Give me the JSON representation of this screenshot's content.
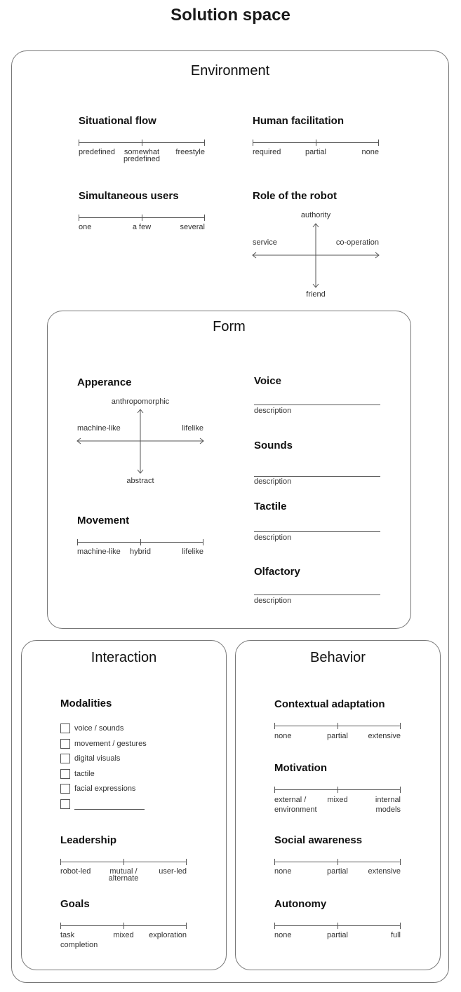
{
  "title": "Solution space",
  "environment": {
    "title": "Environment",
    "situational_flow": {
      "heading": "Situational flow",
      "left": "predefined",
      "mid_1": "somewhat",
      "mid_2": "predefined",
      "right": "freestyle"
    },
    "human_facilitation": {
      "heading": "Human facilitation",
      "left": "required",
      "mid": "partial",
      "right": "none"
    },
    "simultaneous_users": {
      "heading": "Simultaneous users",
      "left": "one",
      "mid": "a few",
      "right": "several"
    },
    "role_of_robot": {
      "heading": "Role of the robot",
      "top": "authority",
      "bottom": "friend",
      "left": "service",
      "right": "co-operation"
    }
  },
  "form": {
    "title": "Form",
    "appearance": {
      "heading": "Apperance",
      "top": "anthropomorphic",
      "bottom": "abstract",
      "left": "machine-like",
      "right": "lifelike"
    },
    "movement": {
      "heading": "Movement",
      "left": "machine-like",
      "mid": "hybrid",
      "right": "lifelike"
    },
    "voice": {
      "heading": "Voice",
      "caption": "description"
    },
    "sounds": {
      "heading": "Sounds",
      "caption": "description"
    },
    "tactile": {
      "heading": "Tactile",
      "caption": "description"
    },
    "olfactory": {
      "heading": "Olfactory",
      "caption": "description"
    }
  },
  "interaction": {
    "title": "Interaction",
    "modalities": {
      "heading": "Modalities",
      "options": [
        "voice / sounds",
        "movement / gestures",
        "digital visuals",
        "tactile",
        "facial expressions"
      ]
    },
    "leadership": {
      "heading": "Leadership",
      "left": "robot-led",
      "mid_1": "mutual /",
      "mid_2": "alternate",
      "right": "user-led"
    },
    "goals": {
      "heading": "Goals",
      "left_1": "task",
      "left_2": "completion",
      "mid": "mixed",
      "right": "exploration"
    }
  },
  "behavior": {
    "title": "Behavior",
    "contextual_adaptation": {
      "heading": "Contextual adaptation",
      "left": "none",
      "mid": "partial",
      "right": "extensive"
    },
    "motivation": {
      "heading": "Motivation",
      "left_1": "external /",
      "left_2": "environment",
      "mid": "mixed",
      "right_1": "internal",
      "right_2": "models"
    },
    "social_awareness": {
      "heading": "Social awareness",
      "left": "none",
      "mid": "partial",
      "right": "extensive"
    },
    "autonomy": {
      "heading": "Autonomy",
      "left": "none",
      "mid": "partial",
      "right": "full"
    }
  }
}
